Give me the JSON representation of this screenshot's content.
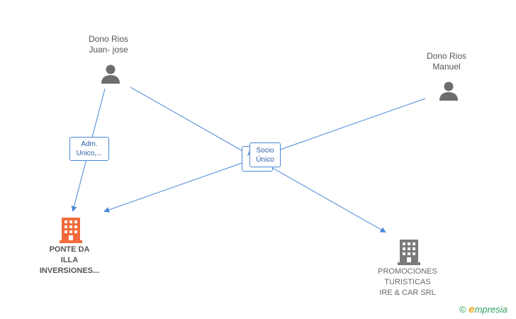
{
  "nodes": {
    "person1": {
      "name_line1": "Dono Rios",
      "name_line2": "Juan- jose",
      "icon": "person-icon"
    },
    "person2": {
      "name_line1": "Dono Rios",
      "name_line2": "Manuel",
      "icon": "person-icon"
    },
    "company1": {
      "name_line1": "PONTE DA",
      "name_line2": "ILLA",
      "name_line3": "INVERSIONES...",
      "icon": "building-icon",
      "color": "#f26b3a"
    },
    "company2": {
      "name_line1": "PROMOCIONES",
      "name_line2": "TURISTICAS",
      "name_line3": "IRE & CAR SRL",
      "icon": "building-icon",
      "color": "#7a7a7a"
    }
  },
  "edges": {
    "e1": {
      "line1": "Adm.",
      "line2": "Unico,..."
    },
    "e2": {
      "line1": "A",
      "line2": ""
    },
    "e3": {
      "line1": "Socio",
      "line2": "Único"
    }
  },
  "colors": {
    "edge": "#4a86d8",
    "person": "#6d6d6d",
    "label": "#555555"
  },
  "brand": {
    "copyright": "©",
    "initial": "e",
    "name": "mpresia"
  }
}
